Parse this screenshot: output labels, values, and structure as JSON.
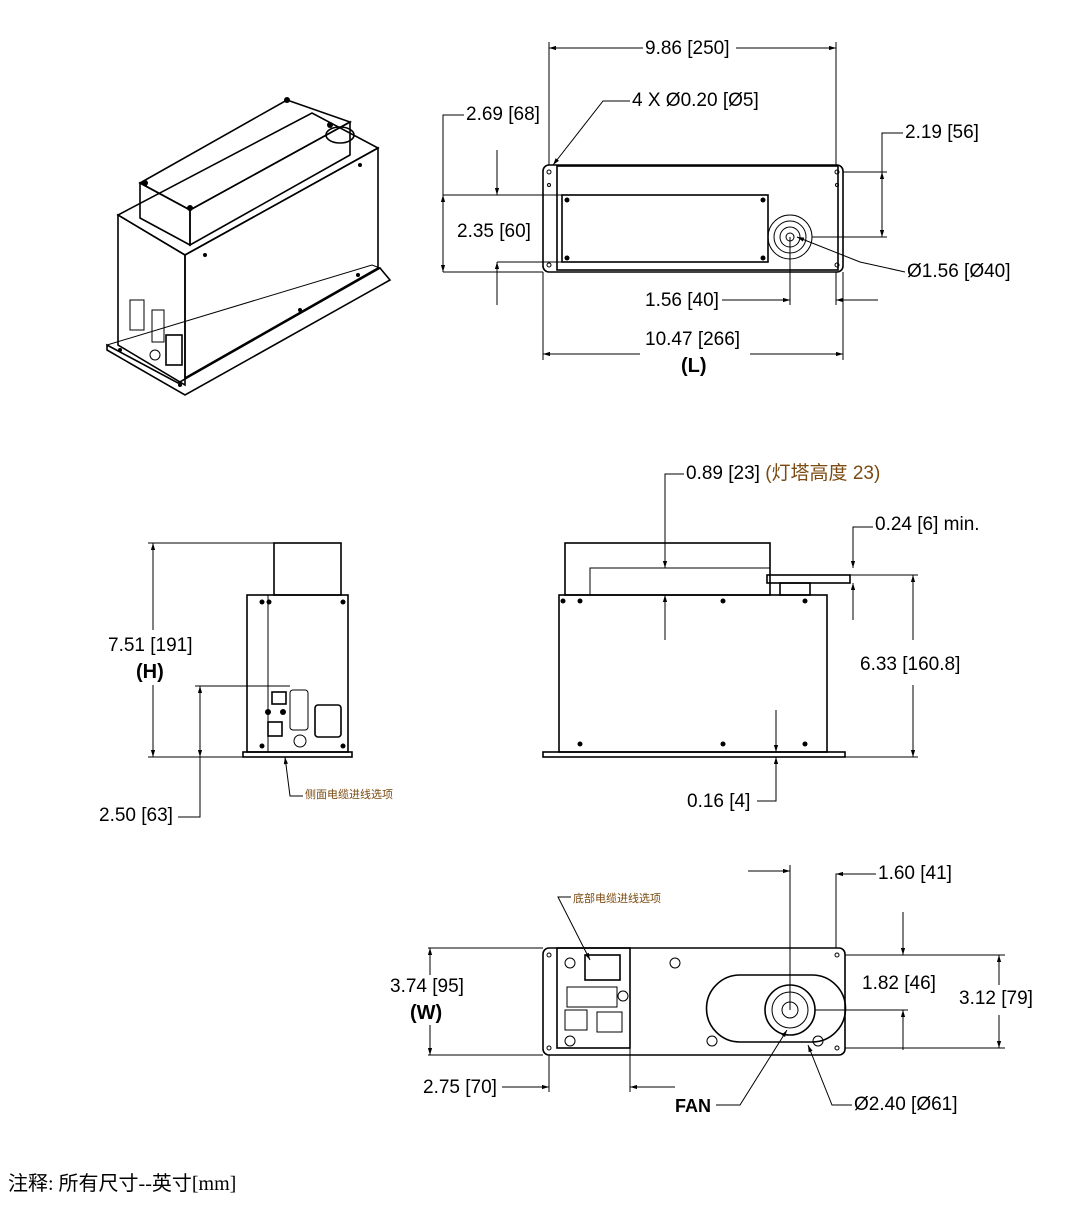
{
  "top_view": {
    "length": "9.86 [250]",
    "holes": "4 X Ø0.20 [Ø5]",
    "offset_left": "2.69 [68]",
    "offset_right": "2.19 [56]",
    "panel_height": "2.35 [60]",
    "beacon_diameter": "Ø1.56 [Ø40]",
    "beacon_offset": "1.56 [40]",
    "overall_length": "10.47 [266]",
    "length_tag": "(L)"
  },
  "side_view": {
    "beacon_height": "0.89 [23]",
    "beacon_height_note": "(灯塔高度 23)",
    "clearance": "0.24 [6] min.",
    "body_height": "6.33 [160.8]",
    "base_thickness": "0.16 [4]"
  },
  "end_view": {
    "overall_height": "7.51 [191]",
    "height_tag": "(H)",
    "connector_height": "2.50 [63]",
    "side_cable_option": "侧面电缆进线选项"
  },
  "bottom_view": {
    "bottom_cable_option": "底部电缆进线选项",
    "fan_offset": "1.60 [41]",
    "width": "3.74 [95]",
    "width_tag": "(W)",
    "fan_center": "1.82 [46]",
    "hole_spacing": "3.12 [79]",
    "window_width": "2.75 [70]",
    "fan_label": "FAN",
    "fan_diameter": "Ø2.40 [Ø61]"
  },
  "note": "注释: 所有尺寸--英寸[mm]"
}
